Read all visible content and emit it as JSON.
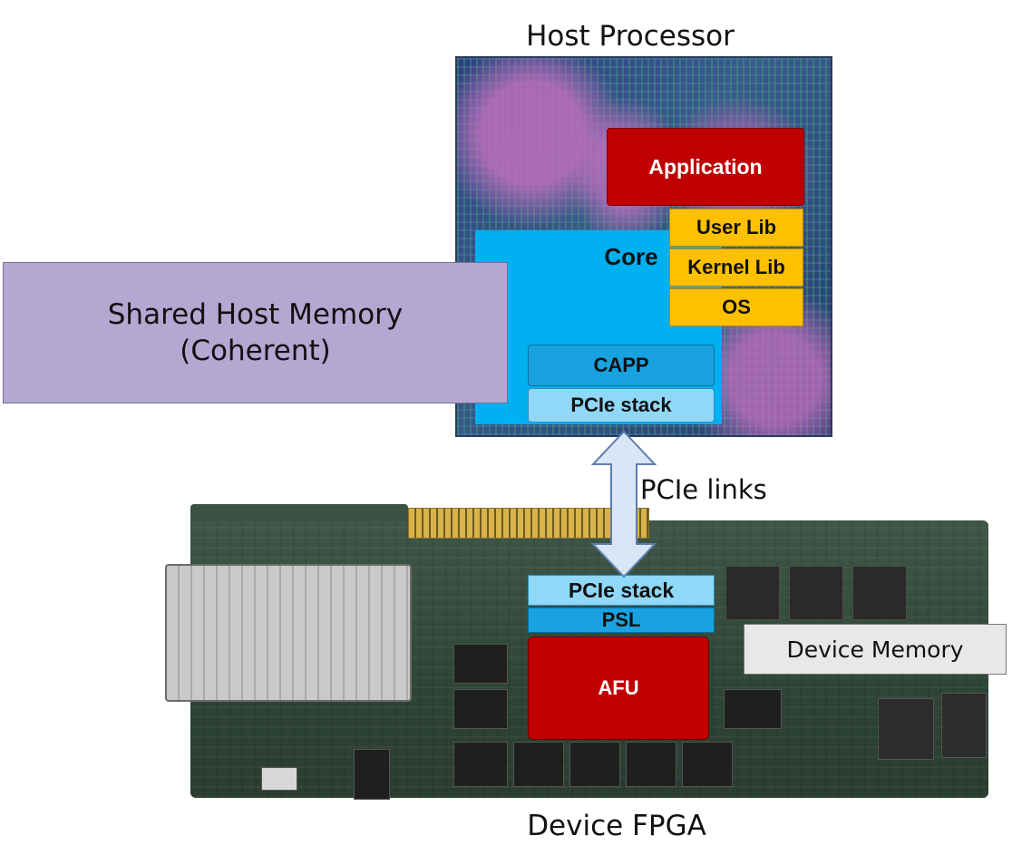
{
  "host": {
    "title": "Host Processor",
    "core": "Core",
    "application": "Application",
    "user_lib": "User Lib",
    "kernel_lib": "Kernel Lib",
    "os": "OS",
    "capp": "CAPP",
    "pcie_stack": "PCIe stack"
  },
  "memory": {
    "line1": "Shared Host Memory",
    "line2": "(Coherent)"
  },
  "link": {
    "label": "PCIe links"
  },
  "device": {
    "title": "Device FPGA",
    "pcie_stack": "PCIe stack",
    "psl": "PSL",
    "afu": "AFU",
    "device_memory": "Device Memory"
  },
  "colors": {
    "core": "#00b0f0",
    "application": "#c00000",
    "libs": "#ffc000",
    "capp": "#18a2e0",
    "pcie_stack": "#8fd8f8",
    "shared_memory": "#b4a7d1",
    "arrow": "#d8e6f5"
  }
}
